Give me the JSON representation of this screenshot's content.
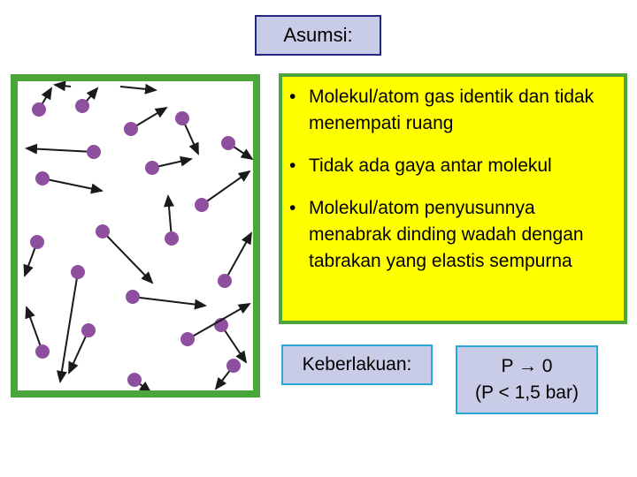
{
  "title": "Asumsi:",
  "assumptions": [
    "Molekul/atom gas identik dan tidak menempati ruang",
    "Tidak ada gaya antar molekul",
    "Molekul/atom penyusunnya menabrak dinding wadah dengan tabrakan yang elastis sempurna"
  ],
  "bullet_symbol": "•",
  "validity_label": "Keberlakuan:",
  "condition": {
    "line1": "P → 0",
    "line2": "(P < 1,5 bar)"
  },
  "colors": {
    "container_border": "#4aa63a",
    "assumption_background": "#ffff00",
    "label_background": "#c9cce6",
    "title_border": "#1f2a7a",
    "label_border": "#2aa8d8",
    "molecule": "#8e4f9e",
    "arrow": "#1a1a1a"
  }
}
